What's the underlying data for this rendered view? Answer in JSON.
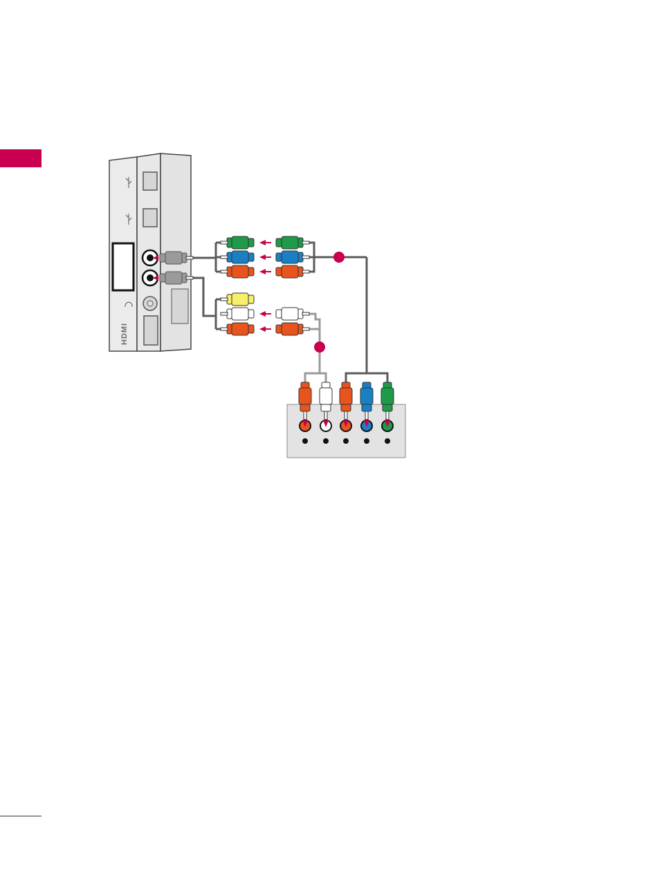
{
  "page": {
    "accent_color": "#c8004e",
    "hdmi_label": "HDMI"
  },
  "connector_colors": {
    "green": "#1f9a48",
    "blue": "#1b7fc4",
    "red": "#e8541e",
    "white": "#ffffff",
    "yellow": "#f5ef6a",
    "gray": "#9a9a9a",
    "panel": "#e3e3e3",
    "cable": "#5a5a5a",
    "cable_light": "#9a9a9a"
  },
  "icons": {
    "usb": "usb-icon",
    "headphone": "headphone-icon",
    "arrow": "arrow-left-icon",
    "step_marker": "step-marker-icon"
  },
  "tv_side_panel": {
    "ports": [
      "usb-port-1",
      "usb-port-2",
      "component-in",
      "av-in",
      "headphone-jack",
      "hdmi-port"
    ]
  },
  "component_video_plugs": [
    "green",
    "blue",
    "red"
  ],
  "audio_plugs": [
    "yellow",
    "white",
    "red"
  ],
  "external_device": {
    "jacks": [
      "red",
      "white",
      "red",
      "blue",
      "green"
    ]
  }
}
